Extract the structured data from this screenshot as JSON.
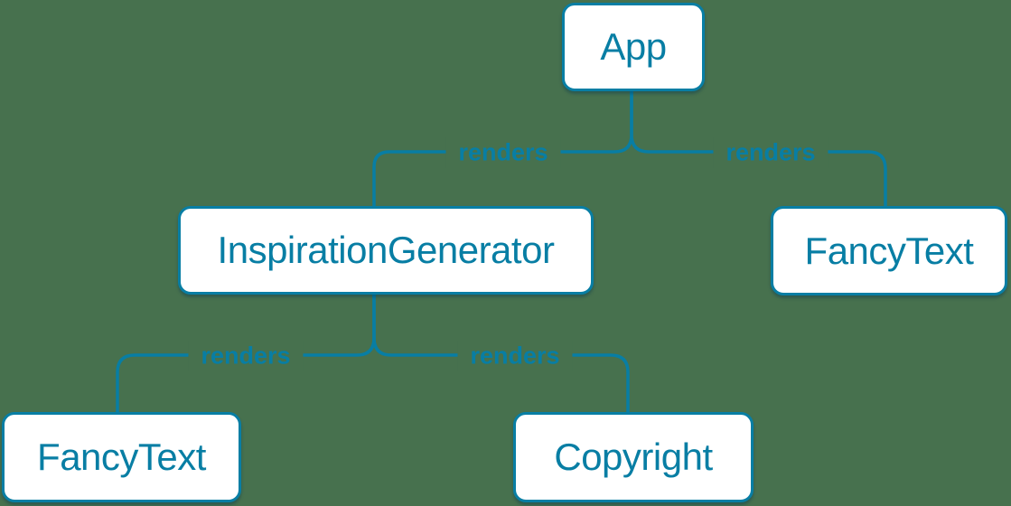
{
  "canvas": {
    "background_color": "#47714E",
    "accent_color": "#087ea4",
    "node_background_color": "#ffffff"
  },
  "diagram": {
    "type": "component-render-tree",
    "nodes": [
      {
        "id": "app",
        "label": "App"
      },
      {
        "id": "inspiration-generator",
        "label": "InspirationGenerator"
      },
      {
        "id": "fancy-text-top-right",
        "label": "FancyText"
      },
      {
        "id": "fancy-text-bottom-left",
        "label": "FancyText"
      },
      {
        "id": "copyright",
        "label": "Copyright"
      }
    ],
    "edges": [
      {
        "from": "App",
        "to": "InspirationGenerator",
        "label": "renders"
      },
      {
        "from": "App",
        "to": "FancyText",
        "label": "renders"
      },
      {
        "from": "InspirationGenerator",
        "to": "FancyText",
        "label": "renders"
      },
      {
        "from": "InspirationGenerator",
        "to": "Copyright",
        "label": "renders"
      }
    ]
  }
}
